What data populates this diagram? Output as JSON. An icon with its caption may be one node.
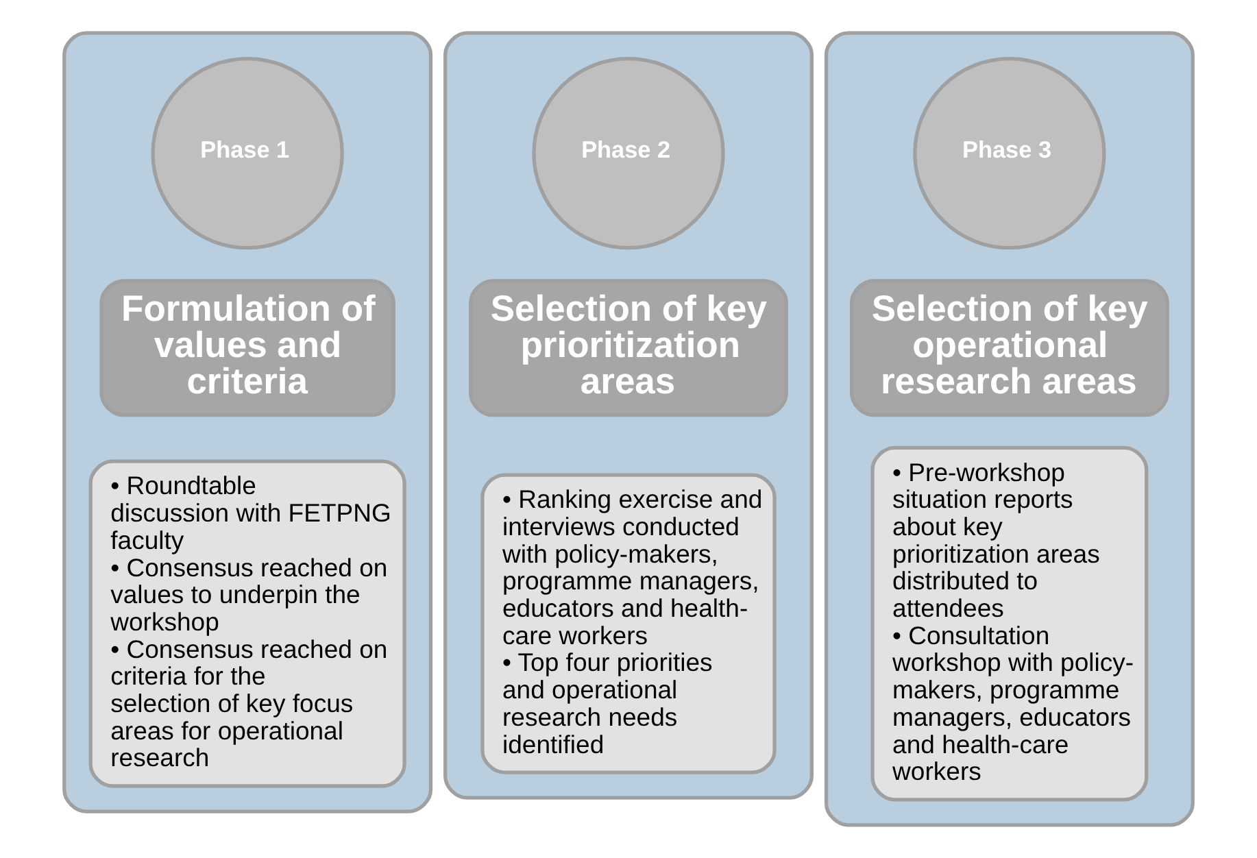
{
  "diagram": {
    "nodes": [
      {
        "text": [],
        "shape": "box"
      },
      {
        "text": [
          "Phase 1"
        ],
        "in": 0
      },
      {
        "text": [
          "Formulation of values and criteria"
        ],
        "in": 0
      },
      {
        "text": [
          "• Roundtable discussion with FETPNG faculty",
          "• Consensus reached on values to underpin the workshop",
          "• Consensus reached on criteria for the selection of key focus areas for operational research"
        ],
        "in": 0
      },
      {
        "text": [],
        "shape": "box"
      },
      {
        "text": [
          "Phase 2"
        ],
        "in": 4
      },
      {
        "text": [
          "Selection of key prioritization areas"
        ],
        "in": 4
      },
      {
        "text": [
          "• Ranking exercise and interviews conducted with policy-makers, programme managers, educators and health-care workers",
          "• Top four priorities and operational research needs identified"
        ],
        "in": 4
      },
      {
        "text": [],
        "shape": "box"
      },
      {
        "text": [
          "Phase 3"
        ],
        "in": 8
      },
      {
        "text": [
          "Selection of key operational research areas"
        ],
        "in": 8
      },
      {
        "text": [
          "• Pre-workshop situation reports about key prioritization areas distributed to attendees",
          "• Consultation workshop with policy-makers, programme managers, educators and health-care workers"
        ],
        "in": 8
      }
    ],
    "edges": []
  }
}
